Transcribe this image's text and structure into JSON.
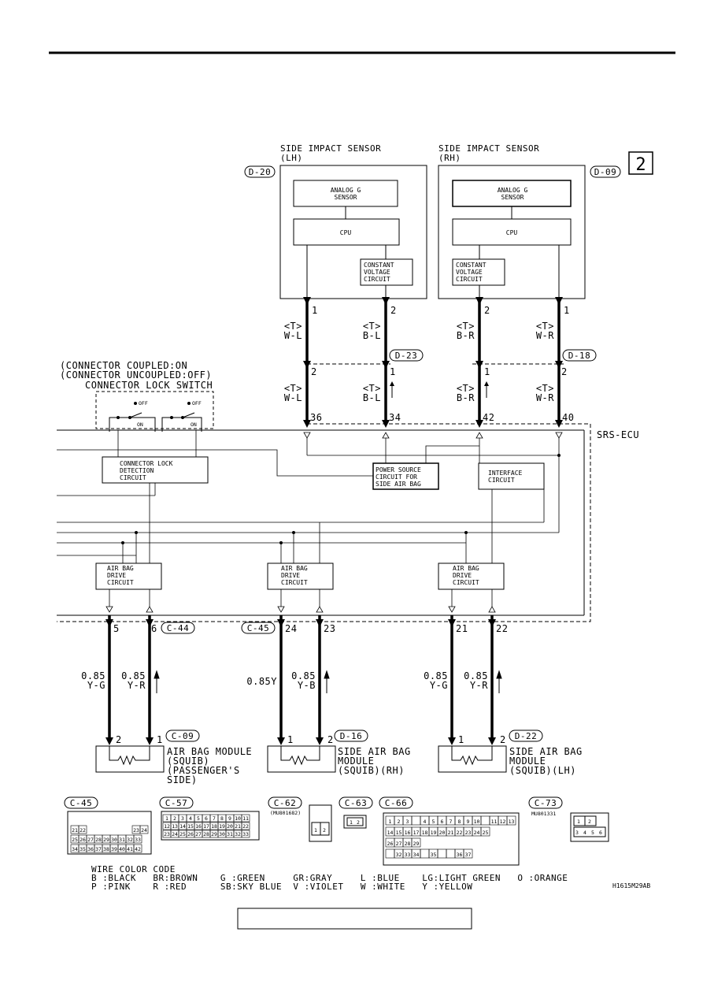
{
  "page_number_box": "2",
  "figure_code": "H1615M29AB",
  "footer_box_text": "",
  "sensors": {
    "lh": {
      "title_line1": "SIDE IMPACT SENSOR",
      "title_line2": "(LH)",
      "connector": "D-20"
    },
    "rh": {
      "title_line1": "SIDE IMPACT SENSOR",
      "title_line2": "(RH)",
      "connector": "D-09"
    },
    "analog_line1": "ANALOG G",
    "analog_line2": "SENSOR",
    "cpu": "CPU",
    "const_line1": "CONSTANT",
    "const_line2": "VOLTAGE",
    "const_line3": "CIRCUIT"
  },
  "wires_top": {
    "w1": {
      "pin_upper": "1",
      "pin_lower": "2",
      "ecu_pin": "36",
      "color_tag": "<T>",
      "color": "W-L"
    },
    "w2": {
      "pin_upper": "2",
      "pin_lower": "1",
      "ecu_pin": "34",
      "color_tag": "<T>",
      "color": "B-L"
    },
    "w3": {
      "pin_upper": "2",
      "pin_lower": "1",
      "ecu_pin": "42",
      "color_tag": "<T>",
      "color": "B-R"
    },
    "w4": {
      "pin_upper": "1",
      "pin_lower": "2",
      "ecu_pin": "40",
      "color_tag": "<T>",
      "color": "W-R"
    },
    "conn_d23": "D-23",
    "conn_d18": "D-18"
  },
  "lock_switch": {
    "line1": "(CONNECTOR COUPLED:ON",
    "line2": "(CONNECTOR UNCOUPLED:OFF)",
    "line3": "CONNECTOR LOCK SWITCH",
    "off": "OFF",
    "on": "ON"
  },
  "ecu": {
    "name": "SRS-ECU",
    "lock_detect_1": "CONNECTOR LOCK",
    "lock_detect_2": "DETECTION",
    "lock_detect_3": "CIRCUIT",
    "power_1": "POWER SOURCE",
    "power_2": "CIRCUIT FOR",
    "power_3": "SIDE AIR BAG",
    "iface_1": "INTERFACE",
    "iface_2": "CIRCUIT",
    "drive_1": "AIR BAG",
    "drive_2": "DRIVE",
    "drive_3": "CIRCUIT"
  },
  "outputs": {
    "p5": "5",
    "p6": "6",
    "p24": "24",
    "p23": "23",
    "p21": "21",
    "p22": "22",
    "c44": "C-44",
    "c45": "C-45",
    "size": "0.85",
    "yg": "Y-G",
    "yr": "Y-R",
    "yb": "Y-B",
    "single": "0.85Y"
  },
  "modules": {
    "m1": {
      "conn": "C-09",
      "pin_a": "2",
      "pin_b": "1",
      "l1": "AIR BAG MODULE",
      "l2": "(SQUIB)",
      "l3": "(PASSENGER'S",
      "l4": "SIDE)"
    },
    "m2": {
      "conn": "D-16",
      "pin_a": "1",
      "pin_b": "2",
      "l1": "SIDE AIR BAG",
      "l2": "MODULE",
      "l3": "(SQUIB)(RH)"
    },
    "m3": {
      "conn": "D-22",
      "pin_a": "1",
      "pin_b": "2",
      "l1": "SIDE AIR BAG",
      "l2": "MODULE",
      "l3": "(SQUIB)(LH)"
    }
  },
  "connectors_bottom": {
    "c45": "C-45",
    "c57": "C-57",
    "c62": "C-62",
    "c62_part": "(MU801682)",
    "c63": "C-63",
    "c66": "C-66",
    "c73": "C-73",
    "c73_part": "MU801331"
  },
  "wire_color_code": {
    "title": "WIRE COLOR CODE",
    "row1": "B :BLACK   BR:BROWN    G :GREEN     GR:GRAY     L :BLUE    LG:LIGHT GREEN   O :ORANGE",
    "row2": "P :PINK    R :RED      SB:SKY BLUE  V :VIOLET   W :WHITE   Y :YELLOW"
  }
}
